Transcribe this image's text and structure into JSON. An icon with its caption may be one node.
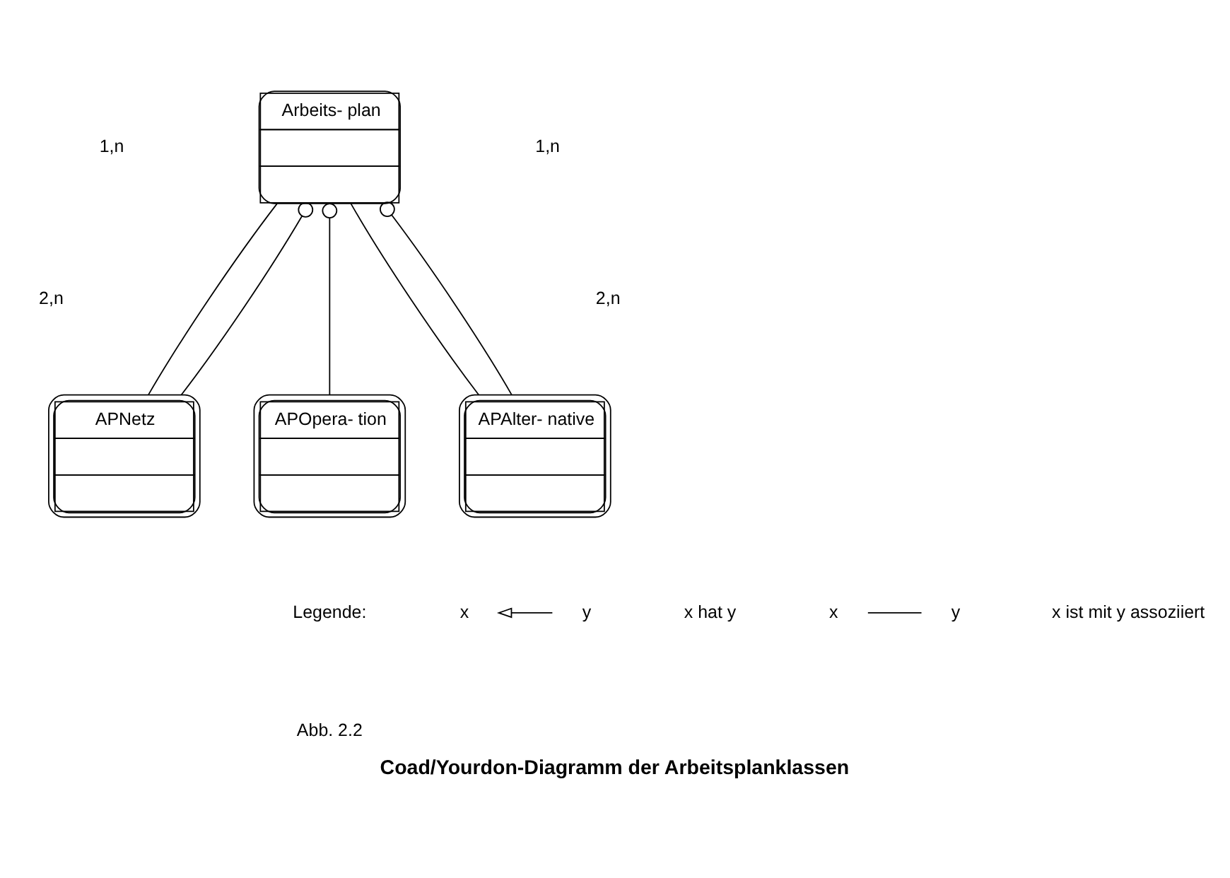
{
  "diagram": {
    "caption": "Coad/Yourdon-Diagramm der Arbeitsplanklassen",
    "nodes": [
      {
        "text": [
          "Arbeits- plan"
        ]
      },
      {
        "text": [
          "APNetz"
        ]
      },
      {
        "text": [
          "APOpera- tion"
        ]
      },
      {
        "text": [
          "APAlter- native"
        ]
      }
    ],
    "edges": [
      {
        "from": 0,
        "to": 1,
        "arrow": "none"
      },
      {
        "from": 0,
        "to": 3,
        "arrow": "none"
      },
      {
        "from": 0,
        "to": 1,
        "arrow": "other"
      },
      {
        "from": 0,
        "to": 2,
        "arrow": "other"
      },
      {
        "from": 0,
        "to": 3,
        "arrow": "other"
      }
    ],
    "labels": [
      "1,n",
      "1,n",
      "2,n",
      "2,n",
      "Legende:",
      "x",
      "y",
      "x",
      "y",
      "Abb. 2.2"
    ],
    "legend": [
      {
        "text": "x hat y"
      },
      {
        "text": "x ist mit y assoziiert"
      }
    ]
  }
}
